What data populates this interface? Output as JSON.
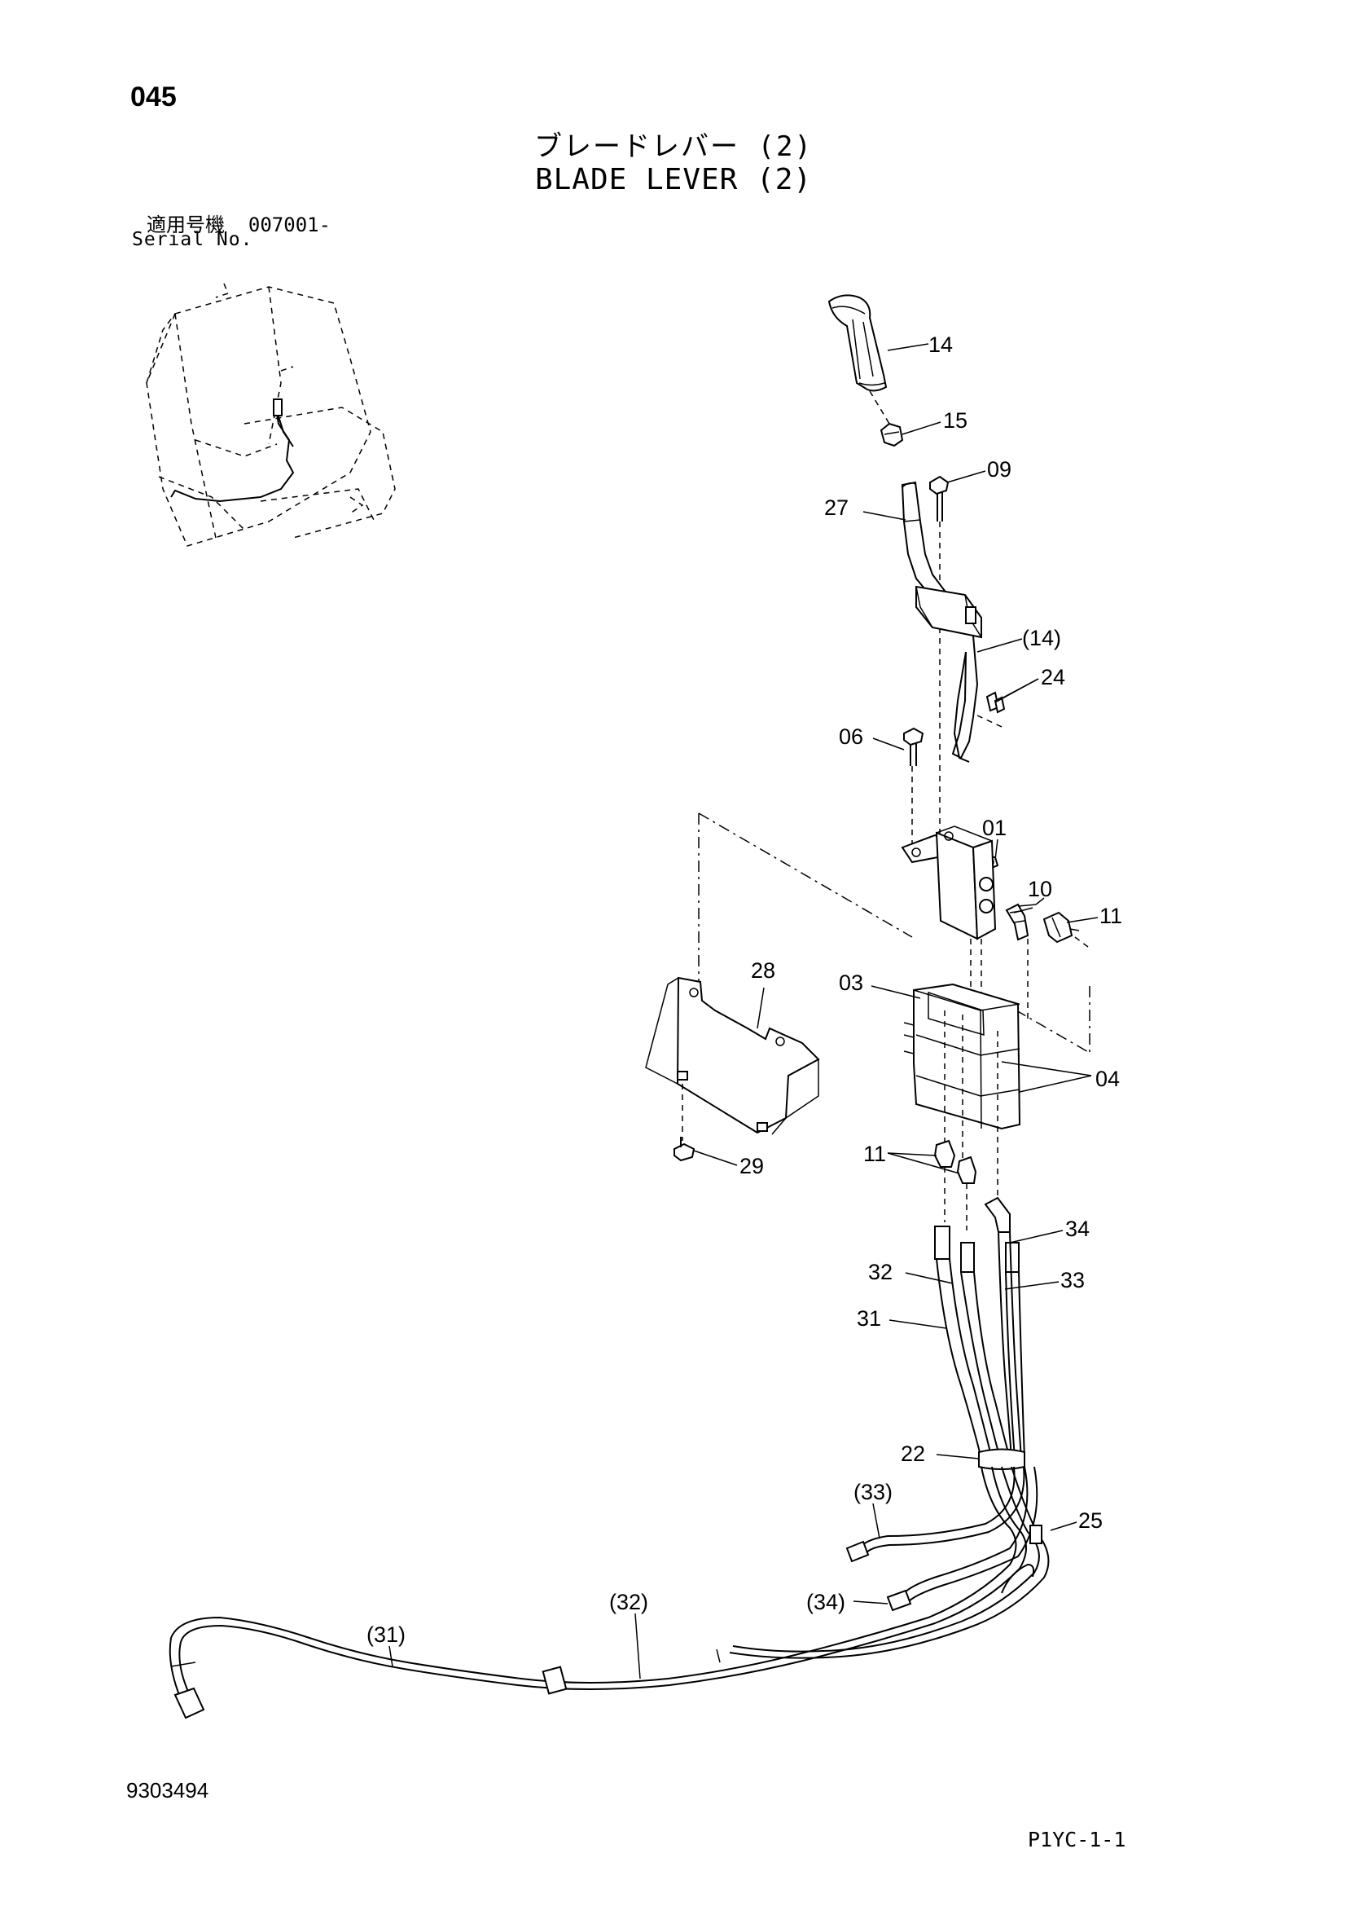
{
  "header": {
    "page_number": "045",
    "title_jp": "ブレードレバー (2)",
    "title_en": "BLADE LEVER (2)",
    "serial_label_jp": "適用号機",
    "serial_value": "007001-",
    "serial_label_en": "Serial No."
  },
  "footer": {
    "drawing_number": "9303494",
    "page_code": "P1YC-1-1"
  },
  "callouts": [
    "14",
    "15",
    "09",
    "27",
    "(14)",
    "24",
    "06",
    "01",
    "10",
    "11",
    "28",
    "03",
    "04",
    "29",
    "11",
    "34",
    "32",
    "33",
    "31",
    "22",
    "(33)",
    "25",
    "(32)",
    "(34)",
    "(31)"
  ]
}
